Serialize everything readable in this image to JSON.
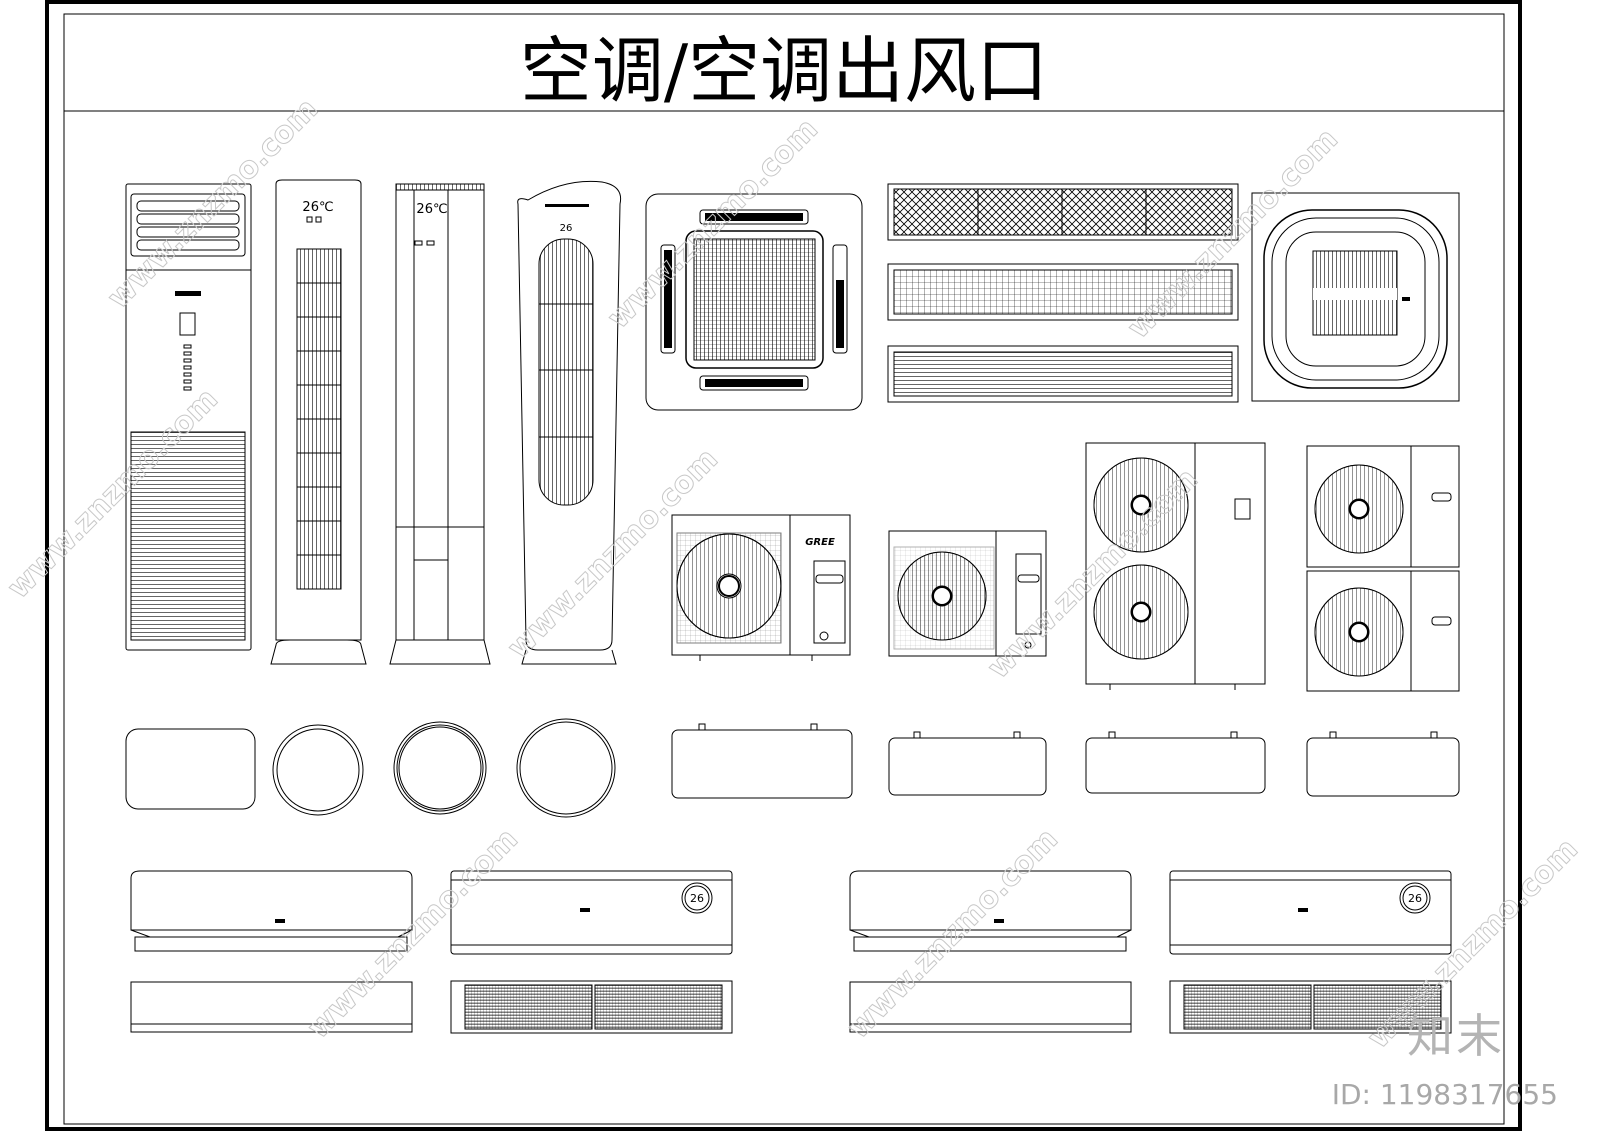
{
  "sheet": {
    "title": "空调/空调出风口",
    "watermark_text": "www.znzmo.com",
    "watermark_brand": "知末",
    "id_label": "ID: 1198317655"
  },
  "labels": {
    "floor_temp_a": "26℃",
    "floor_temp_b": "26℃",
    "round_temp": "26",
    "wall_temp": "26",
    "outdoor_brand": "GREE"
  }
}
